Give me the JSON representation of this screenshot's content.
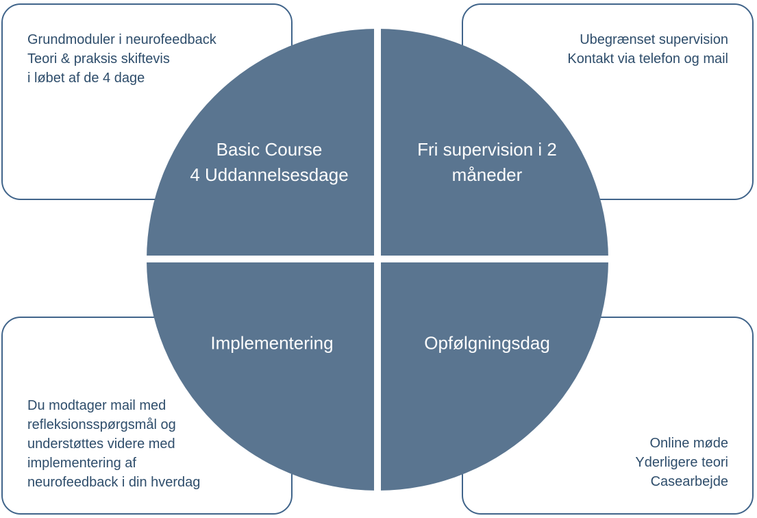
{
  "colors": {
    "circle_fill": "#5A7590",
    "box_border": "#40648A",
    "note_text": "#2E4D6B",
    "quadrant_label_text": "#FDFDFD",
    "background": "#FFFFFF"
  },
  "diagram": {
    "quadrants": {
      "basic_course": {
        "label_lines": [
          "Basic Course",
          "4 Uddannelsesdage"
        ]
      },
      "fri_supervision": {
        "label_lines": [
          "Fri supervision i 2",
          "måneder"
        ]
      },
      "implementering": {
        "label_lines": [
          "Implementering"
        ]
      },
      "opfoelgningsdag": {
        "label_lines": [
          "Opfølgningsdag"
        ]
      }
    },
    "notes": {
      "basic_course": {
        "lines": [
          "Grundmoduler i neurofeedback",
          "Teori & praksis skiftevis",
          "i løbet af de 4 dage"
        ]
      },
      "fri_supervision": {
        "lines": [
          "Ubegrænset supervision",
          "Kontakt via telefon og mail"
        ]
      },
      "implementering": {
        "lines": [
          "Du modtager mail med",
          "refleksionsspørgsmål og",
          "understøttes videre med",
          "implementering af",
          "neurofeedback i din hverdag"
        ]
      },
      "opfoelgningsdag": {
        "lines": [
          "Online møde",
          "Yderligere teori",
          "Casearbejde"
        ]
      }
    }
  }
}
